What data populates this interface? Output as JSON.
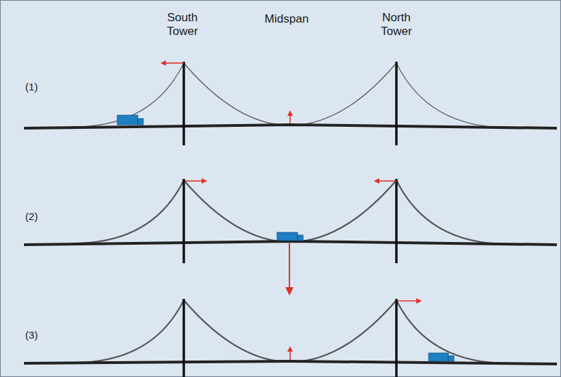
{
  "diagram": {
    "labels": [
      "South Tower",
      "Midspan",
      "North Tower",
      "(1)",
      "(2)",
      "(3)"
    ]
  }
}
